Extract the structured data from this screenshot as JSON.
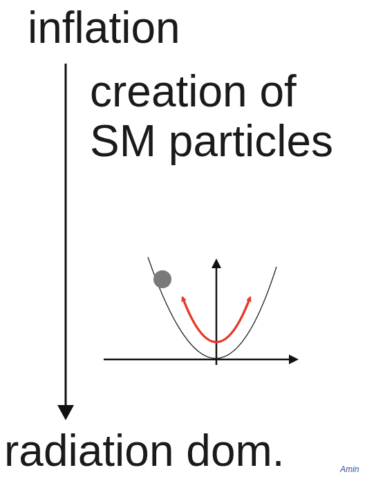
{
  "diagram": {
    "labels": [
      "inflation",
      "creation of SM particles",
      "radiation dom.",
      "Amin"
    ]
  }
}
